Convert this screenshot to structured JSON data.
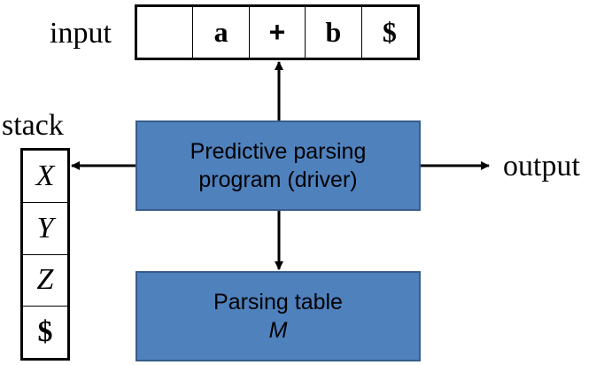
{
  "input": {
    "label": "input",
    "cells": [
      "",
      "a",
      "+",
      "b",
      "$"
    ]
  },
  "stack": {
    "label": "stack",
    "cells": [
      {
        "text": "X",
        "style": "italic"
      },
      {
        "text": "Y",
        "style": "italic"
      },
      {
        "text": "Z",
        "style": "italic"
      },
      {
        "text": "$",
        "style": "bold"
      }
    ]
  },
  "driver": {
    "line1": "Predictive parsing",
    "line2": "program (driver)"
  },
  "parsing_table": {
    "line1": "Parsing table",
    "line2": "M"
  },
  "output": {
    "label": "output"
  },
  "colors": {
    "box_fill": "#4f81bd",
    "box_border": "#385d8a"
  }
}
